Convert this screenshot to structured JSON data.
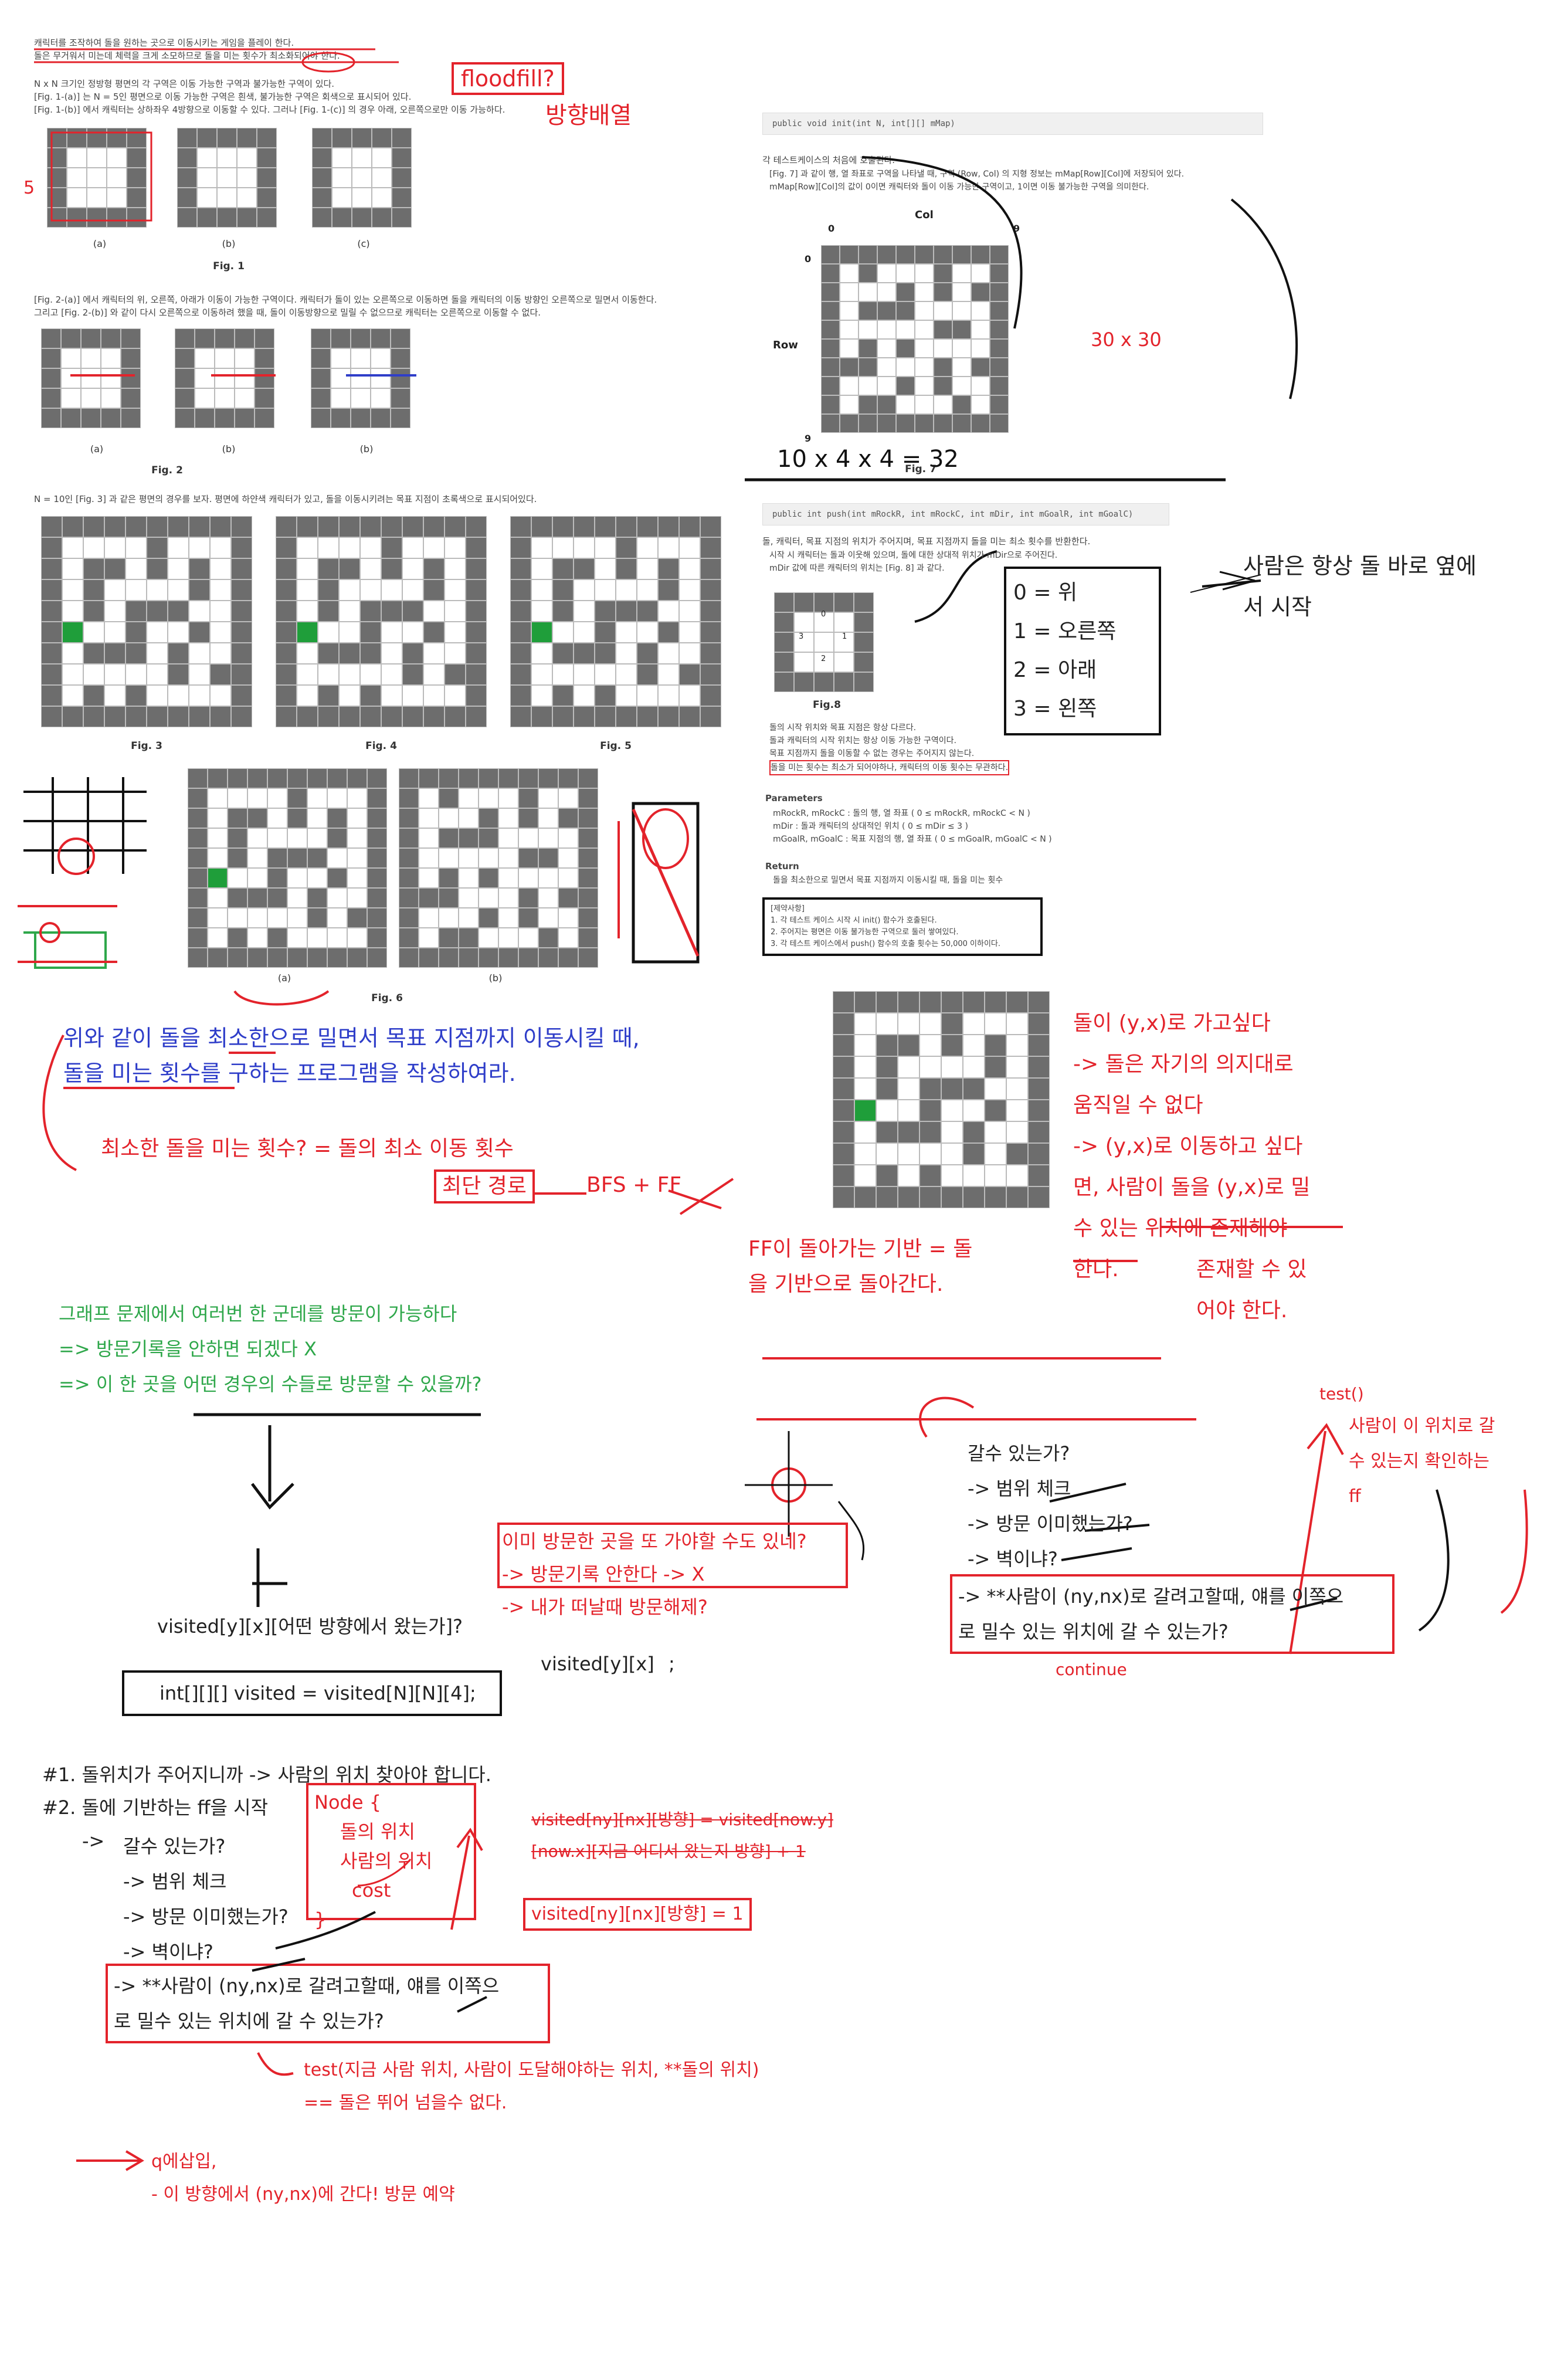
{
  "problem": {
    "intro_lines": [
      "캐릭터를 조작하여 돌을 원하는 곳으로 이동시키는 게임을 플레이 한다.",
      "돌은 무거워서 미는데 체력을 크게 소모하므로 돌을 미는 횟수가 최소화되어야 한다."
    ],
    "rule_lines": [
      "N x N 크기인 정방형 평면의 각 구역은 이동 가능한 구역과 불가능한 구역이 있다.",
      "[Fig. 1-(a)] 는 N = 5인 평면으로 이동 가능한 구역은 흰색, 불가능한 구역은 회색으로 표시되어 있다.",
      "[Fig. 1-(b)] 에서 캐릭터는 상하좌우 4방향으로 이동할 수 있다. 그러나 [Fig. 1-(c)] 의 경우 아래, 오른쪽으로만 이동 가능하다."
    ],
    "fig1_captions": [
      "(a)",
      "(b)",
      "(c)"
    ],
    "fig1_title": "Fig. 1",
    "fig2_lines": [
      "[Fig. 2-(a)] 에서 캐릭터의 위, 오른쪽, 아래가 이동이 가능한 구역이다. 캐릭터가 돌이 있는 오른쪽으로 이동하면 돌을 캐릭터의 이동 방향인 오른쪽으로 밀면서 이동한다.",
      "그리고 [Fig. 2-(b)] 와 같이 다시 오른쪽으로 이동하려 했을 때, 돌이 이동방향으로 밀릴 수 없으므로 캐릭터는 오른쪽으로 이동할 수 없다."
    ],
    "fig2_captions": [
      "(a)",
      "(b)",
      "(b)"
    ],
    "fig2_title": "Fig. 2",
    "fig3_line": "N = 10인 [Fig. 3] 과 같은 평면의 경우를 보자. 평면에 하얀색 캐릭터가 있고, 돌을 이동시키려는 목표 지점이 초록색으로 표시되어있다.",
    "fig345_captions": [
      "Fig. 3",
      "Fig. 4",
      "Fig. 5"
    ],
    "fig6_captions": [
      "(a)",
      "(b)"
    ],
    "fig6_title": "Fig. 6"
  },
  "api": {
    "init_signature": "public void init(int N, int[][] mMap)",
    "init_desc": "각 테스트케이스의 처음에 호출된다.",
    "init_bullets": [
      "[Fig. 7] 과 같이 행, 열 좌표로 구역을 나타낼 때, 구역 (Row, Col) 의 지형 정보는 mMap[Row][Col]에 저장되어 있다.",
      "mMap[Row][Col]의 값이 0이면 캐릭터와 돌이 이동 가능한 구역이고, 1이면 이동 불가능한 구역을 의미한다."
    ],
    "axis_col": "Col",
    "axis_row": "Row",
    "axis_zero_col": "0",
    "axis_nine_col": "9",
    "axis_zero_row": "0",
    "axis_nine_row": "9",
    "fig7_title": "Fig. 7",
    "push_signature": "public int push(int mRockR, int mRockC, int mDir, int mGoalR, int mGoalC)",
    "push_desc": "돌, 캐릭터, 목표 지점의 위치가 주어지며, 목표 지점까지 돌을 미는 최소 횟수를 반환한다.",
    "push_bullets": [
      "시작 시 캐릭터는 돌과 이웃해 있으며, 돌에 대한 상대적 위치가 mDir으로 주어진다.",
      "mDir 값에 따른 캐릭터의 위치는 [Fig. 8] 과 같다."
    ],
    "fig8_labels": [
      "0",
      "1",
      "2",
      "3"
    ],
    "fig8_title": "Fig.8",
    "notes": [
      "돌의 시작 위치와 목표 지점은 항상 다르다.",
      "돌과 캐릭터의 시작 위치는 항상 이동 가능한 구역이다.",
      "목표 지점까지 돌을 이동할 수 없는 경우는 주어지지 않는다.",
      "돌을 미는 횟수는 최소가 되어야하나, 캐릭터의 이동 횟수는 무관하다."
    ],
    "params_title": "Parameters",
    "params": [
      "mRockR, mRockC : 돌의 행, 열 좌표 ( 0 ≤ mRockR, mRockC < N )",
      "mDir : 돌과 캐릭터의 상대적인 위치 ( 0 ≤ mDir ≤ 3 )",
      "mGoalR, mGoalC : 목표 지점의 행, 열 좌표 ( 0 ≤ mGoalR, mGoalC < N )"
    ],
    "return_title": "Return",
    "return_line": "돌을 최소한으로 밀면서 목표 지점까지 이동시킬 때, 돌을 미는 횟수",
    "constraints_title": "[제약사항]",
    "constraints": [
      "1. 각 테스트 케이스 시작 시 init() 함수가 호출된다.",
      "2. 주어지는 평면은 이동 불가능한 구역으로 둘러 쌓여있다.",
      "3. 각 테스트 케이스에서 push() 함수의 호출 횟수는 50,000 이하이다."
    ]
  },
  "notes_top": {
    "floodfill": "floodfill?",
    "dir_array": "방향배열",
    "size_30": "30 x 30",
    "calc": "10 x 4 x 4 = 32",
    "dirs_box": [
      "0 = 위",
      "1 = 오른쪽",
      "2 = 아래",
      "3 = 왼쪽"
    ],
    "person_note": "사람은 항상 돌 바로 옆에서 시작"
  },
  "notes_mid": {
    "goal_line1": "위와 같이 돌을 최소한으로 밀면서 목표 지점까지 이동시킬 때,",
    "goal_line2": "돌을 미는 횟수를 구하는 프로그램을 작성하여라.",
    "min_push": "최소한 돌을 미는 횟수? = 돌의 최소 이동 횟수",
    "shortest": "최단 경로",
    "bfs": "BFS + FF",
    "ff_base_1": "FF이 돌아가는 기반 = 돌",
    "ff_base_2": "을 기반으로 돌아간다.",
    "rock_goal": [
      "돌이 (y,x)로 가고싶다",
      "-> 돌은 자기의 의지대로",
      "움직일 수 없다",
      "-> (y,x)로 이동하고 싶다",
      "면, 사람이 돌을 (y,x)로 밀",
      "수 있는 위치에 존재해야",
      "한다."
    ],
    "must_exist": [
      "존재할 수 있",
      "어야 한다."
    ],
    "graph_lines": [
      "그래프 문제에서 여러번 한 군데를 방문이 가능하다",
      "=> 방문기록을 안하면 되겠다 X",
      "=> 이 한 곳을 어떤 경우의 수들로 방문할 수 있을까?"
    ],
    "visited_question": "visited[y][x][어떤 방향에서 왔는가]?",
    "visited_decl": "int[][][] visited = visited[N][N][4];",
    "visited_yx": "visited[y][x]",
    "visited_semicolon": ";",
    "revisit": [
      "이미 방문한 곳을 또 가야할 수도 있네?",
      "-> 방문기록 안한다 -> X",
      "-> 내가 떠날때 방문해제?"
    ],
    "can_go": [
      "갈수 있는가?",
      "-> 범위 체크",
      "-> 방문 이미했는가?",
      "-> 벽이냐?"
    ],
    "person_check": [
      "-> **사람이 (ny,nx)로 갈려고할때, 얘를 이쪽으",
      "로 밀수 있는 위치에 갈 수 있는가?"
    ],
    "test_note": "test()",
    "test_desc": [
      "사람이 이 위치로 갈",
      "수 있는지 확인하는",
      "ff"
    ],
    "continue_note": "continue"
  },
  "notes_bottom": {
    "step1": "#1. 돌위치가 주어지니까 -> 사람의 위치 찾아야 합니다.",
    "step2": "#2. 돌에 기반하는 ff을 시작",
    "arrow": "->",
    "node_box": [
      "Node {",
      "돌의 위치",
      "사람의 위치",
      "cost",
      "}"
    ],
    "can_go": [
      "갈수 있는가?",
      "-> 범위 체크",
      "-> 방문 이미했는가?",
      "-> 벽이냐?"
    ],
    "person_check": [
      "-> **사람이 (ny,nx)로 갈려고할때, 얘를 이쪽으",
      "로 밀수 있는 위치에 갈 수 있는가?"
    ],
    "struck": [
      "visited[ny][nx][방향] = visited[now.y]",
      "[now.x][지금 어디서 왔는지 방향] + 1"
    ],
    "visited_set": "visited[ny][nx][방향] = 1",
    "test_line1": "test(지금 사람 위치, 사람이 도달해야하는 위치, **돌의 위치)",
    "test_line2": "== 돌은 뛰어 넘을수 없다.",
    "queue_line1": "q에삽입,",
    "queue_line2": "- 이 방향에서 (ny,nx)에 간다! 방문 예약"
  },
  "colors": {
    "red": "#e3232b",
    "blue": "#2f3ec9",
    "green": "#2ea74a",
    "wall": "#6d6d6d",
    "goal": "#1f9e3a"
  }
}
